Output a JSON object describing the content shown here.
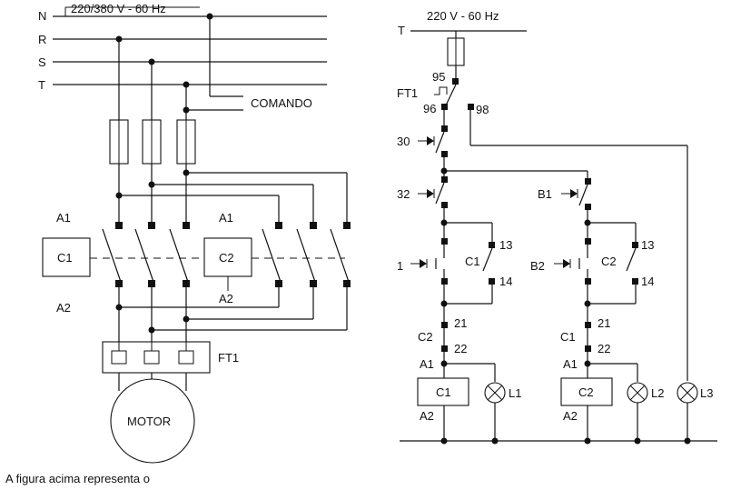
{
  "power": {
    "supply": "220/380 V - 60 Hz",
    "phases": [
      "N",
      "R",
      "S",
      "T"
    ],
    "comando": "COMANDO",
    "contactor1": {
      "top": "A1",
      "name": "C1",
      "bottom": "A2"
    },
    "contactor2": {
      "top": "A1",
      "name": "C2",
      "bottom": "A2"
    },
    "overload": "FT1",
    "motor": "MOTOR"
  },
  "control": {
    "supply": "220 V - 60 Hz",
    "phase": "T",
    "ft1": {
      "name": "FT1",
      "t95": "95",
      "t96": "96",
      "t98": "98"
    },
    "b0": "30",
    "b2_left": "32",
    "b1_left": "1",
    "branch1": {
      "seal": "C1",
      "t13": "13",
      "t14": "14",
      "inter": "C2",
      "t21": "21",
      "t22": "22",
      "a1": "A1",
      "coil": "C1",
      "a2": "A2",
      "lamp": "L1"
    },
    "branch2": {
      "b1": "B1",
      "b2": "B2",
      "seal": "C2",
      "t13": "13",
      "t14": "14",
      "inter": "C1",
      "t21": "21",
      "t22": "22",
      "a1": "A1",
      "coil": "C2",
      "a2": "A2",
      "lamp": "L2"
    },
    "lamp3": "L3"
  },
  "caption": "A figura acima representa o"
}
